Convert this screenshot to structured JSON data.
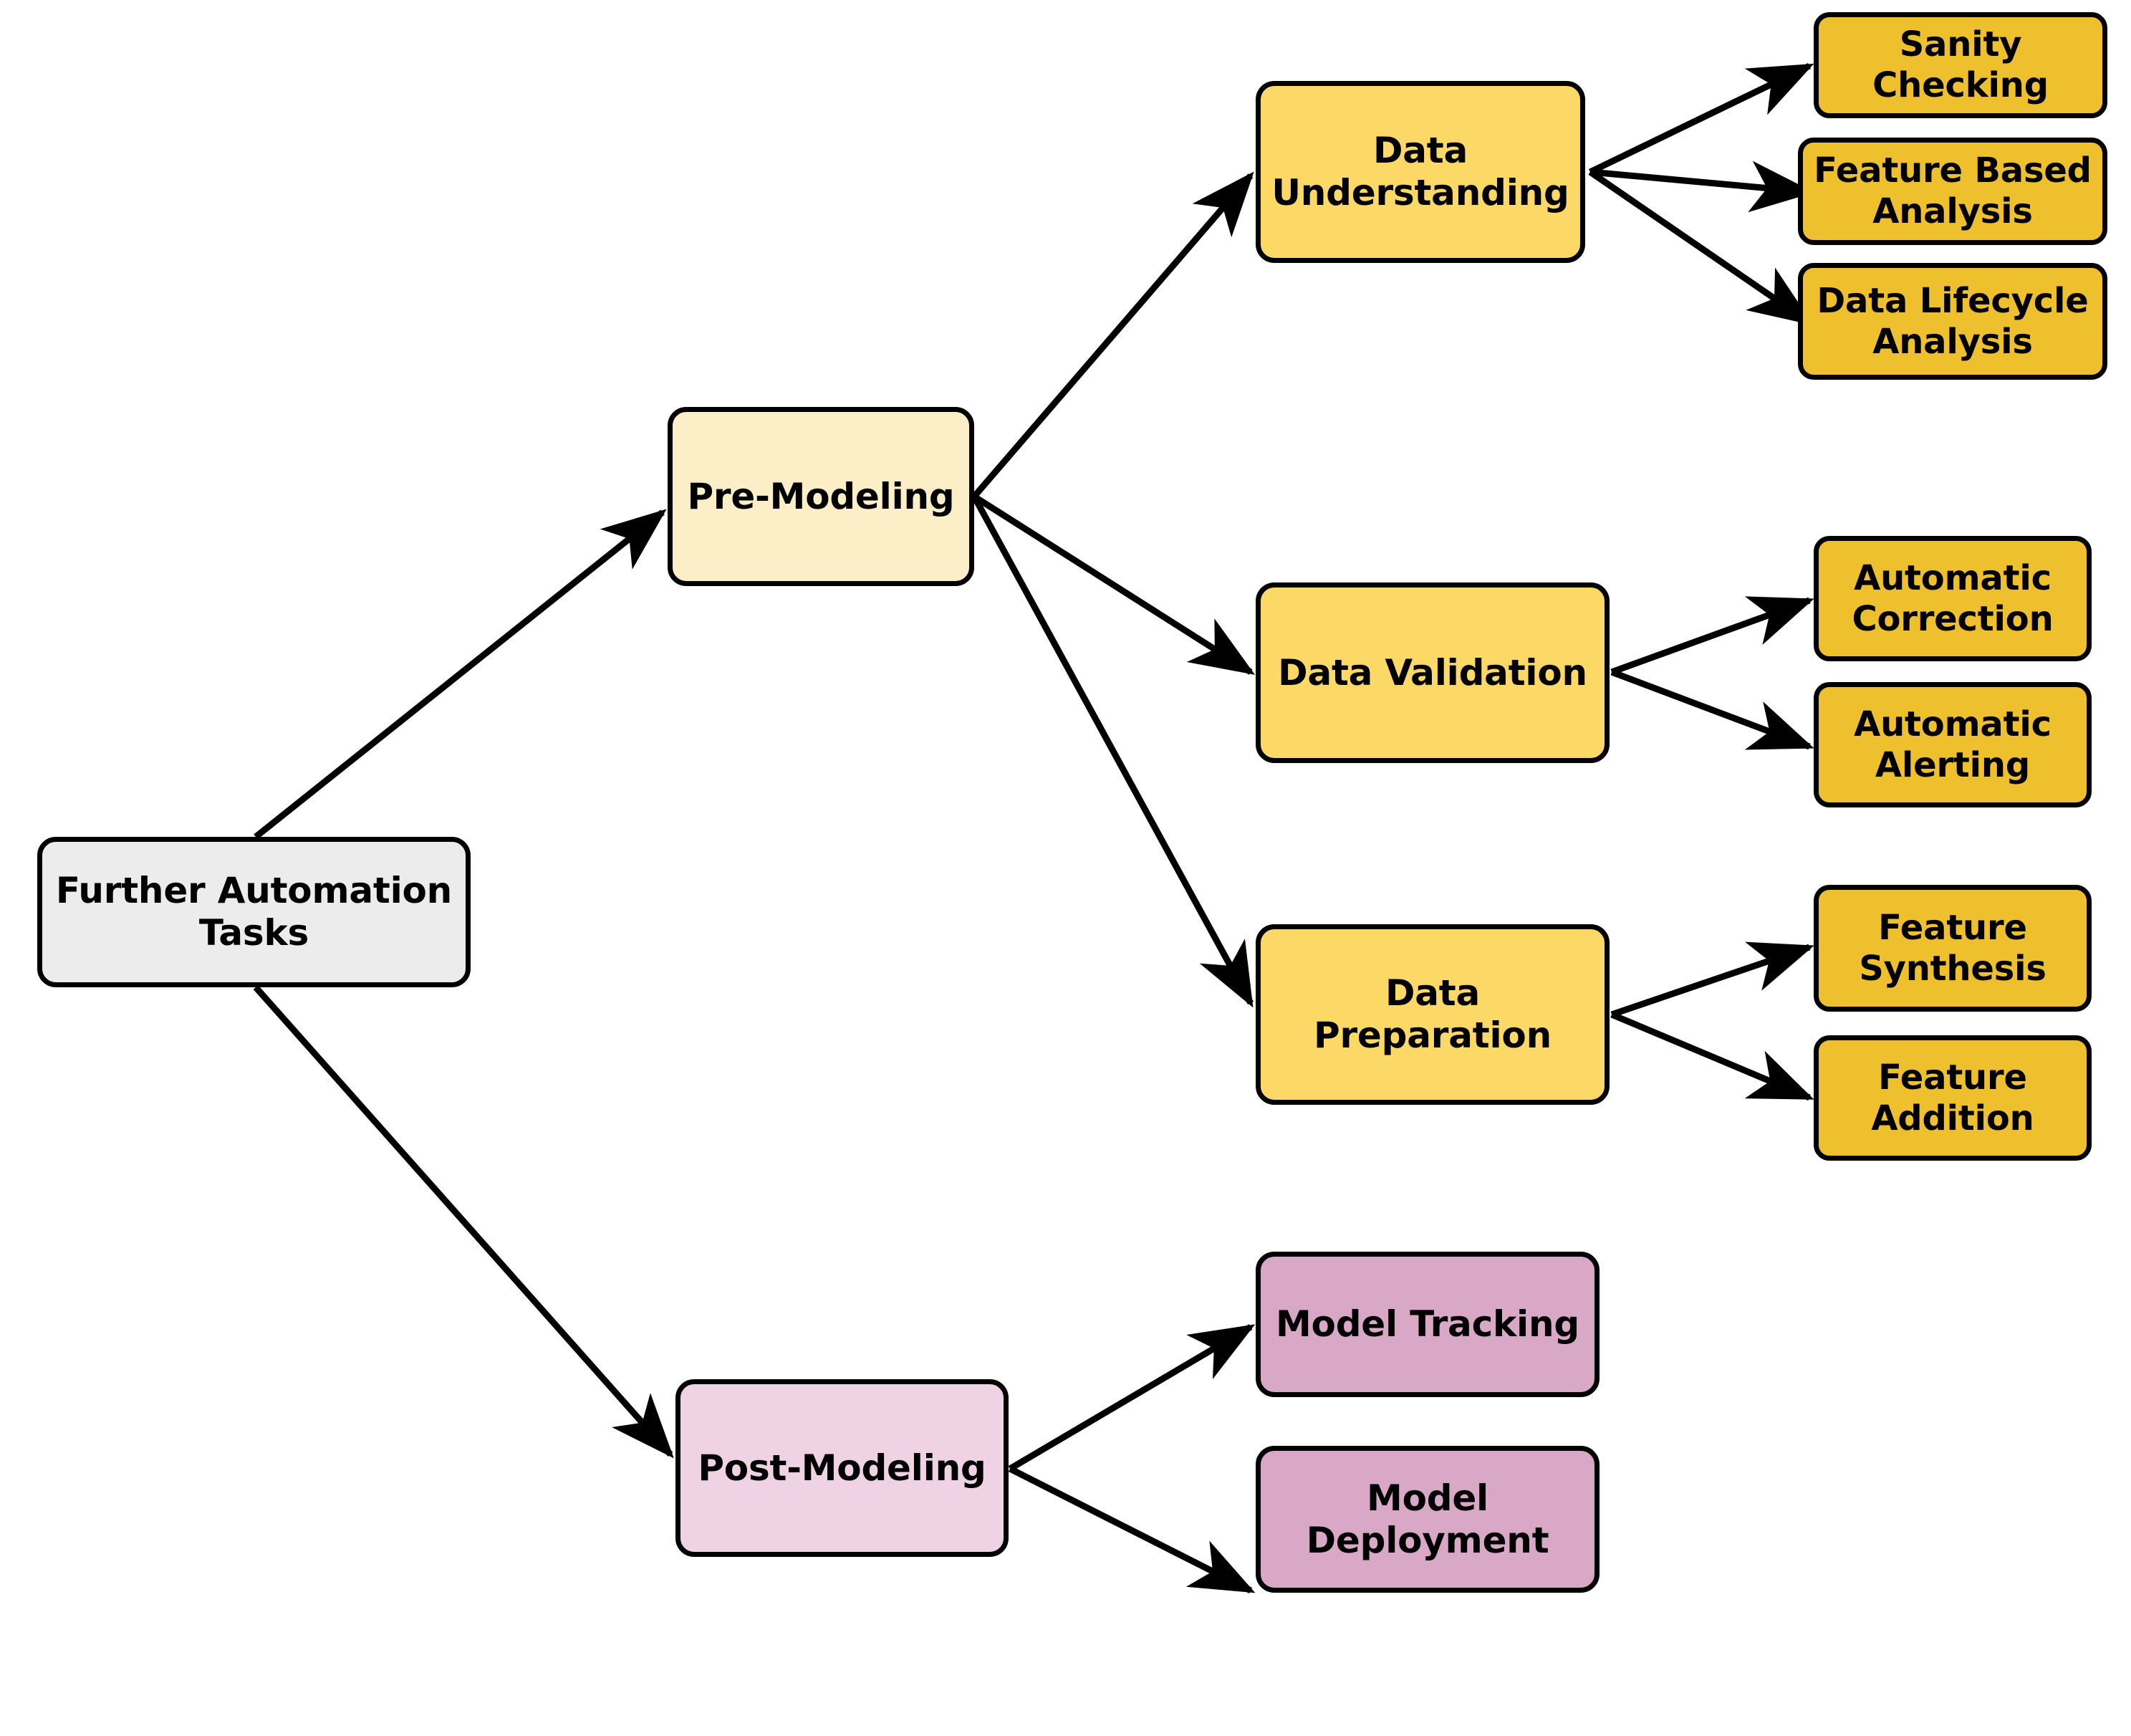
{
  "diagram": {
    "title": "Further Automation Tasks",
    "type": "flowchart-tree",
    "direction": "left-to-right",
    "background_color": "#ffffff",
    "edge_color": "#000000",
    "node_border_color": "#000000",
    "palette": {
      "root_fill": "#ececec",
      "stage_premodeling_fill": "#fcefc7",
      "stage_postmodeling_fill": "#efd3e5",
      "mid_yellow_fill": "#fcd867",
      "leaf_yellow_fill": "#efc02d",
      "model_pink_fill": "#d8a8c6"
    }
  },
  "nodes": {
    "root": {
      "label": "Further Automation\nTasks"
    },
    "pre_modeling": {
      "label": "Pre-Modeling"
    },
    "post_modeling": {
      "label": "Post-Modeling"
    },
    "data_understanding": {
      "label": "Data\nUnderstanding"
    },
    "data_validation": {
      "label": "Data Validation"
    },
    "data_preparation": {
      "label": "Data\nPreparation"
    },
    "sanity_checking": {
      "label": "Sanity\nChecking"
    },
    "feature_based_analysis": {
      "label": "Feature Based\nAnalysis"
    },
    "data_lifecycle_analysis": {
      "label": "Data Lifecycle\nAnalysis"
    },
    "automatic_correction": {
      "label": "Automatic\nCorrection"
    },
    "automatic_alerting": {
      "label": "Automatic\nAlerting"
    },
    "feature_synthesis": {
      "label": "Feature\nSynthesis"
    },
    "feature_addition": {
      "label": "Feature\nAddition"
    },
    "model_tracking": {
      "label": "Model Tracking"
    },
    "model_deployment": {
      "label": "Model\nDeployment"
    }
  },
  "edges": [
    {
      "from": "root",
      "to": "pre_modeling"
    },
    {
      "from": "root",
      "to": "post_modeling"
    },
    {
      "from": "pre_modeling",
      "to": "data_understanding"
    },
    {
      "from": "pre_modeling",
      "to": "data_validation"
    },
    {
      "from": "pre_modeling",
      "to": "data_preparation"
    },
    {
      "from": "data_understanding",
      "to": "sanity_checking"
    },
    {
      "from": "data_understanding",
      "to": "feature_based_analysis"
    },
    {
      "from": "data_understanding",
      "to": "data_lifecycle_analysis"
    },
    {
      "from": "data_validation",
      "to": "automatic_correction"
    },
    {
      "from": "data_validation",
      "to": "automatic_alerting"
    },
    {
      "from": "data_preparation",
      "to": "feature_synthesis"
    },
    {
      "from": "data_preparation",
      "to": "feature_addition"
    },
    {
      "from": "post_modeling",
      "to": "model_tracking"
    },
    {
      "from": "post_modeling",
      "to": "model_deployment"
    }
  ]
}
